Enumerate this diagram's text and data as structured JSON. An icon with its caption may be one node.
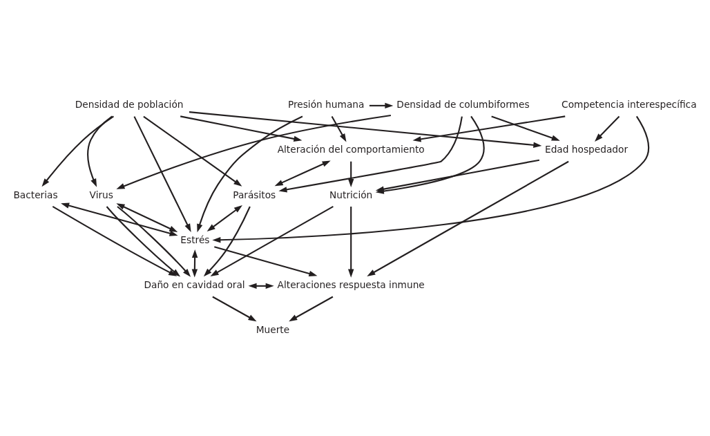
{
  "diagram": {
    "nodes": [
      {
        "text": [
          "Densidad de población"
        ]
      },
      {
        "text": [
          "Competencia interespecífica"
        ]
      },
      {
        "text": [
          "Densidad de columbiformes"
        ]
      },
      {
        "text": [
          "Presión humana"
        ]
      },
      {
        "text": [
          "Alteración del comportamiento"
        ]
      },
      {
        "text": [
          "Edad hospedador"
        ]
      },
      {
        "text": [
          "Parásitos"
        ]
      },
      {
        "text": [
          "Bacterias"
        ]
      },
      {
        "text": [
          "Virus"
        ]
      },
      {
        "text": [
          "Nutrición"
        ]
      },
      {
        "text": [
          "Estrés"
        ]
      },
      {
        "text": [
          "Daño en cavidad oral"
        ]
      },
      {
        "text": [
          "Alteraciones respuesta inmune"
        ]
      },
      {
        "text": [
          "Muerte"
        ]
      }
    ],
    "edges": [
      {
        "from": 3,
        "to": 2,
        "arrow": "to"
      },
      {
        "from": 0,
        "to": 6,
        "arrow": "to"
      },
      {
        "from": 0,
        "to": 4,
        "arrow": "to"
      },
      {
        "from": 0,
        "to": 7,
        "arrow": "to"
      },
      {
        "from": 0,
        "to": 8,
        "arrow": "to"
      },
      {
        "from": 0,
        "to": 10,
        "arrow": "to"
      },
      {
        "from": 0,
        "to": 5,
        "arrow": "to"
      },
      {
        "from": 1,
        "to": 4,
        "arrow": "to"
      },
      {
        "from": 1,
        "to": 10,
        "arrow": "to"
      },
      {
        "from": 1,
        "to": 5,
        "arrow": "to"
      },
      {
        "from": 2,
        "to": 6,
        "arrow": "to"
      },
      {
        "from": 2,
        "to": 8,
        "arrow": "to"
      },
      {
        "from": 2,
        "to": 9,
        "arrow": "to"
      },
      {
        "from": 2,
        "to": 5,
        "arrow": "to"
      },
      {
        "from": 3,
        "to": 4,
        "arrow": "to"
      },
      {
        "from": 3,
        "to": 10,
        "arrow": "to"
      },
      {
        "from": 4,
        "to": 6,
        "arrow": "both"
      },
      {
        "from": 4,
        "to": 9,
        "arrow": "to"
      },
      {
        "from": 5,
        "to": 9,
        "arrow": "to"
      },
      {
        "from": 5,
        "to": 12,
        "arrow": "to"
      },
      {
        "from": 6,
        "to": 10,
        "arrow": "both"
      },
      {
        "from": 7,
        "to": 10,
        "arrow": "both"
      },
      {
        "from": 8,
        "to": 10,
        "arrow": "both"
      },
      {
        "from": 6,
        "to": 11,
        "arrow": "to"
      },
      {
        "from": 7,
        "to": 11,
        "arrow": "to"
      },
      {
        "from": 8,
        "to": 11,
        "arrow": "to"
      },
      {
        "from": 8,
        "to": 11,
        "arrow": "to"
      },
      {
        "from": 9,
        "to": 11,
        "arrow": "to"
      },
      {
        "from": 9,
        "to": 12,
        "arrow": "to"
      },
      {
        "from": 11,
        "to": 10,
        "arrow": "both"
      },
      {
        "from": 10,
        "to": 12,
        "arrow": "to"
      },
      {
        "from": 11,
        "to": 12,
        "arrow": "both"
      },
      {
        "from": 11,
        "to": 13,
        "arrow": "to"
      },
      {
        "from": 12,
        "to": 13,
        "arrow": "to"
      }
    ]
  }
}
